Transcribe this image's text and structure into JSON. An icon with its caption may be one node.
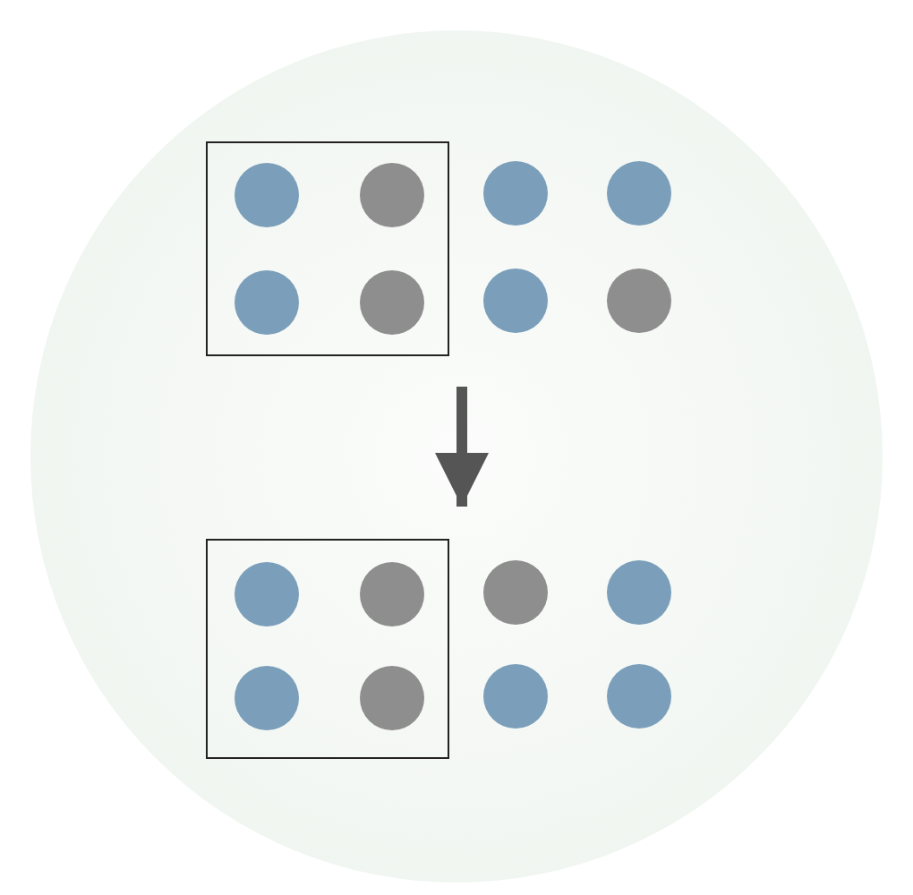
{
  "diagram": {
    "nodes": [
      {
        "text": [],
        "shape": "circle"
      },
      {
        "text": [],
        "shape": "box",
        "in": 0
      },
      {
        "text": [],
        "shape": "circle",
        "in": 1
      },
      {
        "text": [],
        "shape": "circle",
        "in": 1
      },
      {
        "text": [],
        "shape": "circle",
        "in": 1
      },
      {
        "text": [],
        "shape": "circle",
        "in": 1
      },
      {
        "text": [],
        "shape": "circle",
        "in": 0
      },
      {
        "text": [],
        "shape": "circle",
        "in": 0
      },
      {
        "text": [],
        "shape": "circle",
        "in": 0
      },
      {
        "text": [],
        "shape": "circle",
        "in": 0
      },
      {
        "text": [],
        "shape": "box",
        "in": 0
      },
      {
        "text": [],
        "shape": "circle",
        "in": 10
      },
      {
        "text": [],
        "shape": "circle",
        "in": 10
      },
      {
        "text": [],
        "shape": "circle",
        "in": 10
      },
      {
        "text": [],
        "shape": "circle",
        "in": 10
      },
      {
        "text": [],
        "shape": "circle",
        "in": 0
      },
      {
        "text": [],
        "shape": "circle",
        "in": 0
      },
      {
        "text": [],
        "shape": "circle",
        "in": 0
      },
      {
        "text": [],
        "shape": "circle",
        "in": 0
      }
    ],
    "edges": [
      {
        "from": 1,
        "to": 10,
        "arrow": "to"
      }
    ]
  }
}
